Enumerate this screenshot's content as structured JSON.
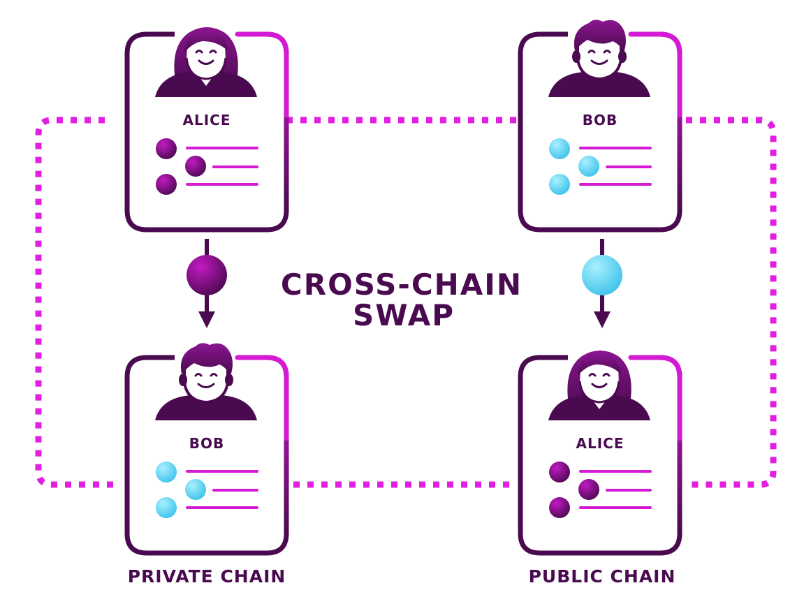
{
  "title": {
    "line1": "CROSS-CHAIN",
    "line2": "SWAP"
  },
  "chains": {
    "private": {
      "label": "PRIVATE CHAIN"
    },
    "public": {
      "label": "PUBLIC CHAIN"
    }
  },
  "cards": {
    "top_left": {
      "name": "ALICE",
      "avatar": "female-avatar-icon",
      "token": "purple"
    },
    "top_right": {
      "name": "BOB",
      "avatar": "male-avatar-icon",
      "token": "cyan"
    },
    "bottom_left": {
      "name": "BOB",
      "avatar": "male-avatar-icon",
      "token": "cyan"
    },
    "bottom_right": {
      "name": "ALICE",
      "avatar": "female-avatar-icon",
      "token": "purple"
    }
  },
  "colors": {
    "dark_purple": "#4a0a4f",
    "magenta": "#e21ee0",
    "cyan": "#5fd8f5",
    "purple_token": "#7a0f7d"
  }
}
